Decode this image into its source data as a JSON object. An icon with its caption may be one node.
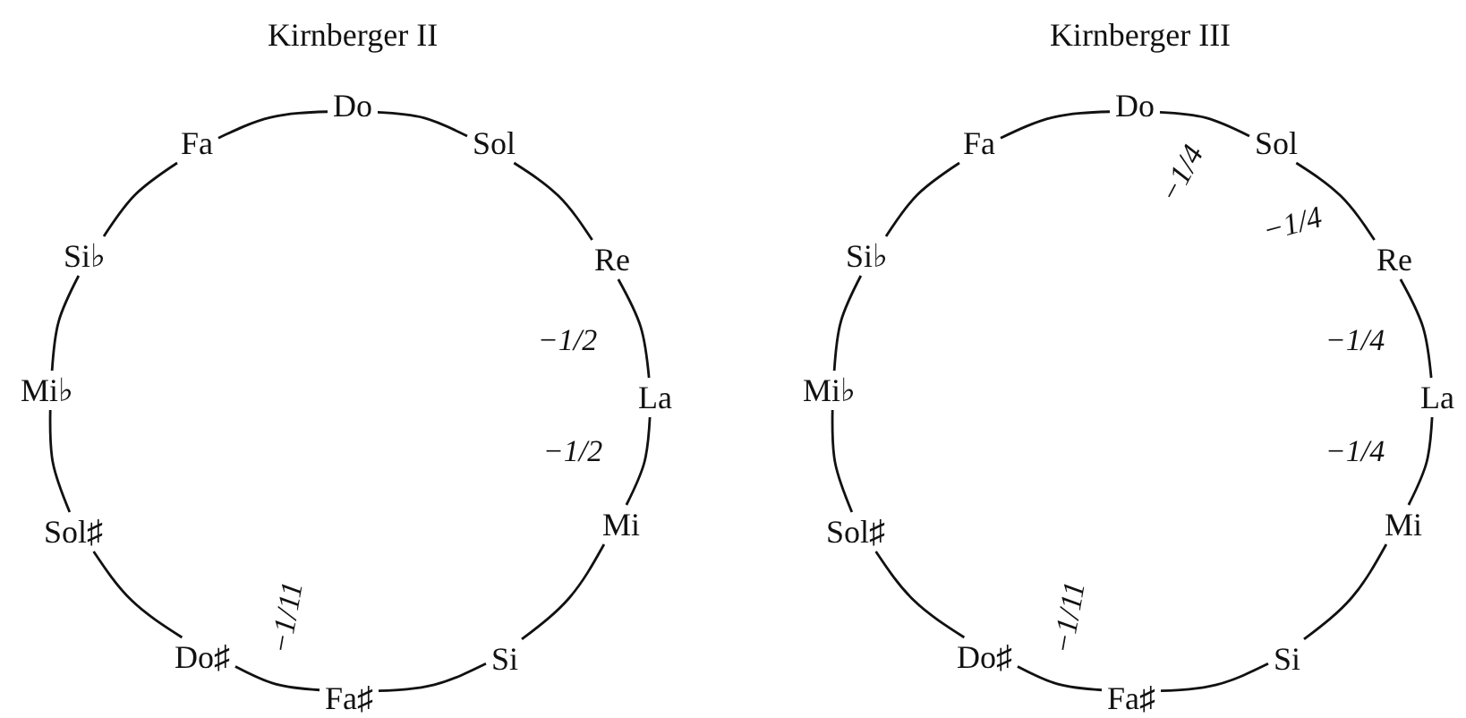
{
  "diagram": {
    "nodes": [
      {
        "text": [
          "Do"
        ]
      },
      {
        "text": [
          "Sol"
        ]
      },
      {
        "text": [
          "Re"
        ]
      },
      {
        "text": [
          "La"
        ]
      },
      {
        "text": [
          "Mi"
        ]
      },
      {
        "text": [
          "Si"
        ]
      },
      {
        "text": [
          "Fa♯"
        ]
      },
      {
        "text": [
          "Do♯"
        ]
      },
      {
        "text": [
          "Sol♯"
        ]
      },
      {
        "text": [
          "Mi♭"
        ]
      },
      {
        "text": [
          "Si♭"
        ]
      },
      {
        "text": [
          "Fa"
        ]
      },
      {
        "text": [
          "Do"
        ]
      },
      {
        "text": [
          "Sol"
        ]
      },
      {
        "text": [
          "Re"
        ]
      },
      {
        "text": [
          "La"
        ]
      },
      {
        "text": [
          "Mi"
        ]
      },
      {
        "text": [
          "Si"
        ]
      },
      {
        "text": [
          "Fa♯"
        ]
      },
      {
        "text": [
          "Do♯"
        ]
      },
      {
        "text": [
          "Sol♯"
        ]
      },
      {
        "text": [
          "Mi♭"
        ]
      },
      {
        "text": [
          "Si♭"
        ]
      },
      {
        "text": [
          "Fa"
        ]
      }
    ],
    "edges": [
      {
        "from": 0,
        "to": 1,
        "arrow": "none"
      },
      {
        "from": 1,
        "to": 2,
        "arrow": "none"
      },
      {
        "from": 2,
        "to": 3,
        "arrow": "none",
        "label": "−1/2"
      },
      {
        "from": 3,
        "to": 4,
        "arrow": "none",
        "label": "−1/2"
      },
      {
        "from": 4,
        "to": 5,
        "arrow": "none"
      },
      {
        "from": 5,
        "to": 6,
        "arrow": "none"
      },
      {
        "from": 6,
        "to": 7,
        "arrow": "none",
        "label": "−1/11"
      },
      {
        "from": 7,
        "to": 8,
        "arrow": "none"
      },
      {
        "from": 8,
        "to": 9,
        "arrow": "none"
      },
      {
        "from": 9,
        "to": 10,
        "arrow": "none"
      },
      {
        "from": 10,
        "to": 11,
        "arrow": "none"
      },
      {
        "from": 11,
        "to": 0,
        "arrow": "none"
      },
      {
        "from": 12,
        "to": 13,
        "arrow": "none",
        "label": "−1/4"
      },
      {
        "from": 13,
        "to": 14,
        "arrow": "none",
        "label": "−1/4"
      },
      {
        "from": 14,
        "to": 15,
        "arrow": "none",
        "label": "−1/4"
      },
      {
        "from": 15,
        "to": 16,
        "arrow": "none",
        "label": "−1/4"
      },
      {
        "from": 16,
        "to": 17,
        "arrow": "none"
      },
      {
        "from": 17,
        "to": 18,
        "arrow": "none"
      },
      {
        "from": 18,
        "to": 19,
        "arrow": "none",
        "label": "−1/11"
      },
      {
        "from": 19,
        "to": 20,
        "arrow": "none"
      },
      {
        "from": 20,
        "to": 21,
        "arrow": "none"
      },
      {
        "from": 21,
        "to": 22,
        "arrow": "none"
      },
      {
        "from": 22,
        "to": 23,
        "arrow": "none"
      },
      {
        "from": 23,
        "to": 12,
        "arrow": "none"
      }
    ],
    "labels": [
      "Kirnberger II",
      "Kirnberger III"
    ]
  }
}
